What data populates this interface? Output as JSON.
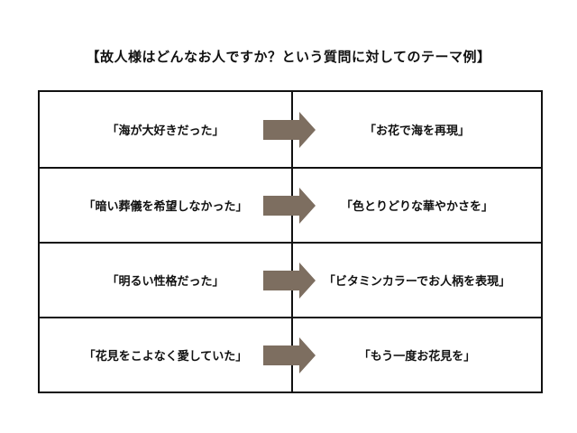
{
  "title": "【故人様はどんなお人ですか？という質問に対してのテーマ例】",
  "colors": {
    "arrow": "#7d6e60",
    "border": "#111111"
  },
  "rows": [
    {
      "question": "「海が大好きだった」",
      "theme": "「お花で海を再現」"
    },
    {
      "question": "「暗い葬儀を希望しなかった」",
      "theme": "「色とりどりな華やかさを」"
    },
    {
      "question": "「明るい性格だった」",
      "theme": "「ビタミンカラーでお人柄を表現」"
    },
    {
      "question": "「花見をこよなく愛していた」",
      "theme": "「もう一度お花見を」"
    }
  ]
}
